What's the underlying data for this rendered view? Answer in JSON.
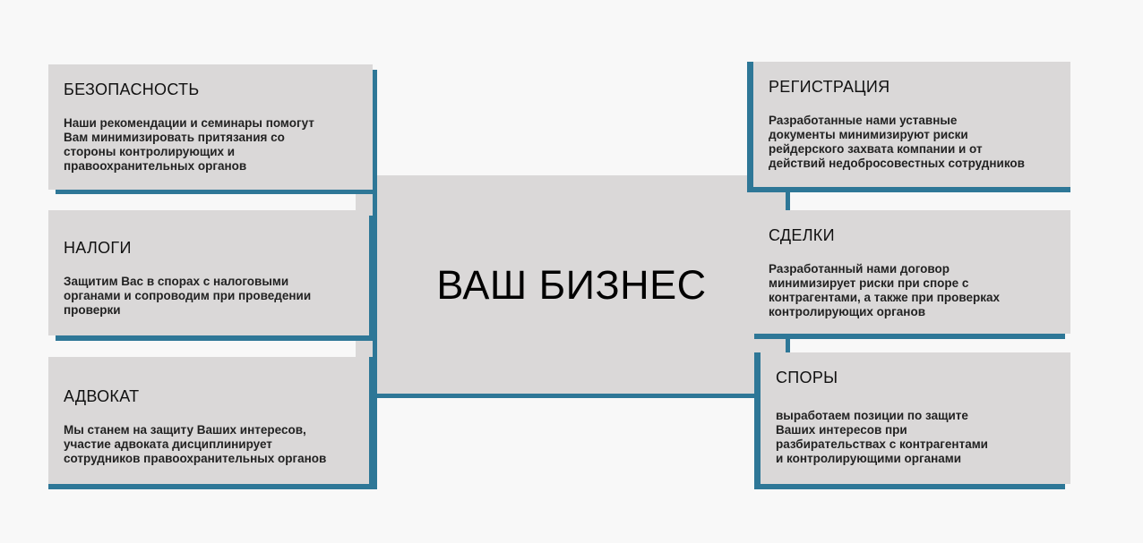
{
  "center": {
    "title": "ВАШ БИЗНЕС"
  },
  "cards": {
    "security": {
      "title": "БЕЗОПАСНОСТЬ",
      "text": "Наши рекомендации и семинары помогут\nВам минимизировать притязания со\nстороны контролирующих и\nправоохранительных органов"
    },
    "taxes": {
      "title": "НАЛОГИ",
      "text": "Защитим Вас в спорах с налоговыми\nорганами и сопроводим при проведении\nпроверки"
    },
    "lawyer": {
      "title": "АДВОКАТ",
      "text": "Мы станем на защиту Ваших интересов,\nучастие адвоката дисциплинирует\nсотрудников правоохранительных органов"
    },
    "registration": {
      "title": "РЕГИСТРАЦИЯ",
      "text": "Разработанные нами уставные\nдокументы минимизируют риски\nрейдерского захвата компании и от\nдействий недобросовестных сотрудников"
    },
    "deals": {
      "title": "СДЕЛКИ",
      "text": "Разработанный нами договор\nминимизирует риски при споре с\nконтрагентами, а также при проверках\nконтролирующих органов"
    },
    "disputes": {
      "title": "СПОРЫ",
      "text": "выработаем позиции по защите\nВаших интересов при\nразбирательствах с контрагентами\nи контролирующими органами"
    }
  },
  "colors": {
    "accent": "#2e7797",
    "box": "#dad8d8",
    "background": "#f8f8f8"
  }
}
